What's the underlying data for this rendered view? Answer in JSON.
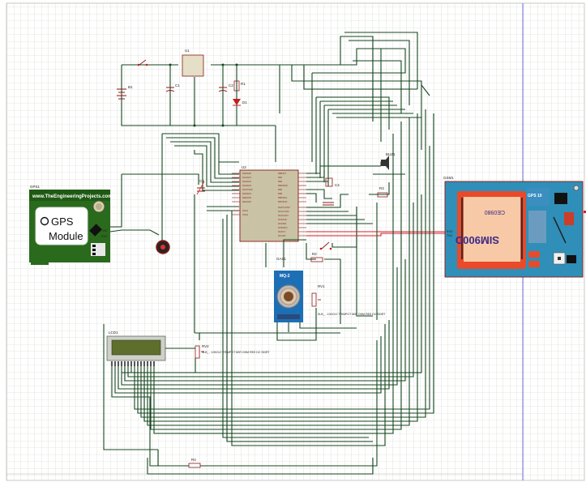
{
  "gps": {
    "ref": "GPS1",
    "website": "www.TheEngineeringProjects.com",
    "title_line1": "GPS",
    "title_line2": "Module"
  },
  "gsm": {
    "ref": "GSM1",
    "model": "SIM900D",
    "code": "CE0980"
  },
  "mcu": {
    "ref": "U2"
  },
  "regulator": {
    "ref": "U1"
  },
  "lcd": {
    "ref": "LCD1"
  },
  "gas_sensor": {
    "ref": "GAS1",
    "module_label": "MQ-2"
  },
  "buzzer": {
    "ref": "BUZ1"
  },
  "parts": {
    "battery": "B1",
    "cap1": "C1",
    "cap2": "C2",
    "cap3": "C3",
    "cap4": "C4",
    "res1": "R1",
    "res2": "R2",
    "res3": "R3",
    "res4": "R4",
    "rv1": "RV1",
    "rv2": "RV2",
    "led": "D1"
  },
  "colors": {
    "wire": "#14461e",
    "signal_wire": "#d0202a",
    "grid": "#c9cfc4",
    "gsm_board": "#2f8fb8",
    "mcu_body": "#c9c2a4",
    "lcd_screen": "#5d6f2a"
  }
}
